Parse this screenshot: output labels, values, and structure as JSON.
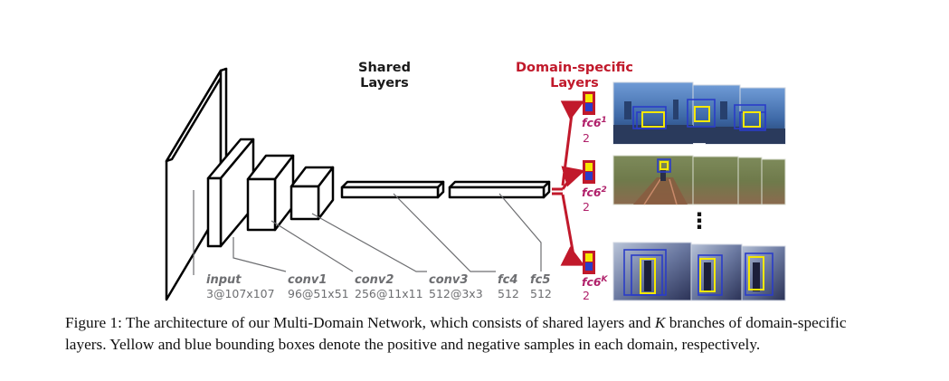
{
  "header": {
    "shared_line1": "Shared",
    "shared_line2": "Layers",
    "domain_line1": "Domain-specific",
    "domain_line2": "Layers"
  },
  "layers": [
    {
      "name": "input",
      "dims": "3@107x107"
    },
    {
      "name": "conv1",
      "dims": "96@51x51"
    },
    {
      "name": "conv2",
      "dims": "256@11x11"
    },
    {
      "name": "conv3",
      "dims": "512@3x3"
    },
    {
      "name": "fc4",
      "dims": "512"
    },
    {
      "name": "fc5",
      "dims": "512"
    }
  ],
  "branches": [
    {
      "name": "fc6",
      "superscript": "1",
      "dims": "2"
    },
    {
      "name": "fc6",
      "superscript": "2",
      "dims": "2"
    },
    {
      "name": "fc6",
      "superscript": "K",
      "dims": "2"
    }
  ],
  "ellipsis": "⋮",
  "caption": {
    "line1_pre": "Figure 1: The architecture of our Multi-Domain Network, which consists of shared layers and ",
    "line1_k": "K",
    "line1_post": " branches of domain-specific",
    "line2": "layers. Yellow and blue bounding boxes denote the positive and negative samples in each domain, respectively."
  },
  "colors": {
    "branch_red": "#c1192b",
    "label_magenta": "#b0206a",
    "positive_box": "#f5e800",
    "negative_box": "#2a3cc8"
  }
}
